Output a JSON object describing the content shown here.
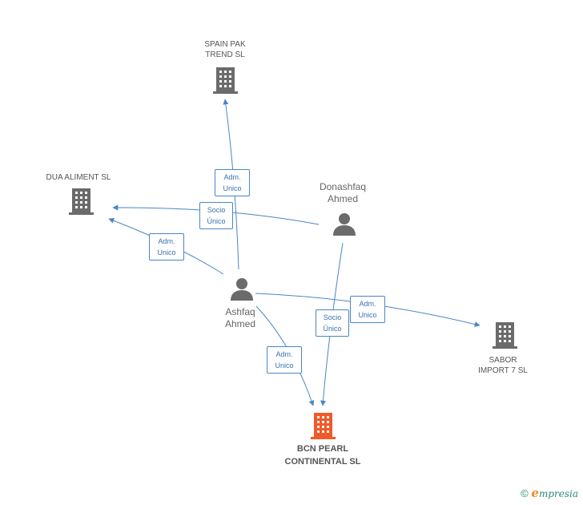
{
  "nodes": {
    "spain_pak": {
      "label": "SPAIN PAK\nTREND SL",
      "type": "company"
    },
    "dua_aliment": {
      "label": "DUA ALIMENT SL",
      "type": "company"
    },
    "donashfaq": {
      "label": "Donashfaq\nAhmed",
      "type": "person"
    },
    "ashfaq": {
      "label": "Ashfaq\nAhmed",
      "type": "person"
    },
    "sabor": {
      "label": "SABOR\nIMPORT 7 SL",
      "type": "company"
    },
    "bcn_pearl": {
      "label": "BCN PEARL\nCONTINENTAL SL",
      "type": "company-focus"
    }
  },
  "edges": {
    "ashfaq_spain": {
      "label": "Adm.\nUnico"
    },
    "donashfaq_dua": {
      "label": "Socio\nÚnico"
    },
    "ashfaq_dua": {
      "label": "Adm.\nUnico"
    },
    "ashfaq_sabor": {
      "label": "Adm.\nUnico"
    },
    "donashfaq_bcn": {
      "label": "Socio\nÚnico"
    },
    "ashfaq_bcn": {
      "label": "Adm.\nUnico"
    }
  },
  "colors": {
    "edge": "#4a86c8",
    "company": "#6b6b6b",
    "focus": "#f05a28",
    "person": "#6b6b6b"
  },
  "footer": {
    "copyright_symbol": "©",
    "brand_initial": "e",
    "brand_rest": "mpresia"
  }
}
